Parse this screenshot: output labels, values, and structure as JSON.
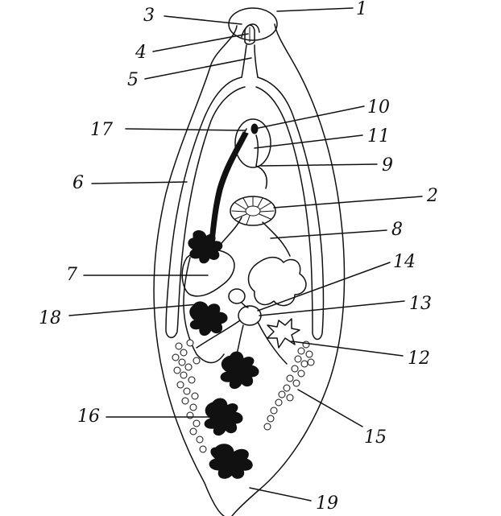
{
  "diagram": {
    "labels": [
      {
        "id": "1",
        "text": "1"
      },
      {
        "id": "2",
        "text": "2"
      },
      {
        "id": "3",
        "text": "3"
      },
      {
        "id": "4",
        "text": "4"
      },
      {
        "id": "5",
        "text": "5"
      },
      {
        "id": "6",
        "text": "6"
      },
      {
        "id": "7",
        "text": "7"
      },
      {
        "id": "8",
        "text": "8"
      },
      {
        "id": "9",
        "text": "9"
      },
      {
        "id": "10",
        "text": "10"
      },
      {
        "id": "11",
        "text": "11"
      },
      {
        "id": "12",
        "text": "12"
      },
      {
        "id": "13",
        "text": "13"
      },
      {
        "id": "14",
        "text": "14"
      },
      {
        "id": "15",
        "text": "15"
      },
      {
        "id": "16",
        "text": "16"
      },
      {
        "id": "17",
        "text": "17"
      },
      {
        "id": "18",
        "text": "18"
      },
      {
        "id": "19",
        "text": "19"
      }
    ],
    "ink_color": "#111111",
    "paper_color": "#ffffff"
  }
}
